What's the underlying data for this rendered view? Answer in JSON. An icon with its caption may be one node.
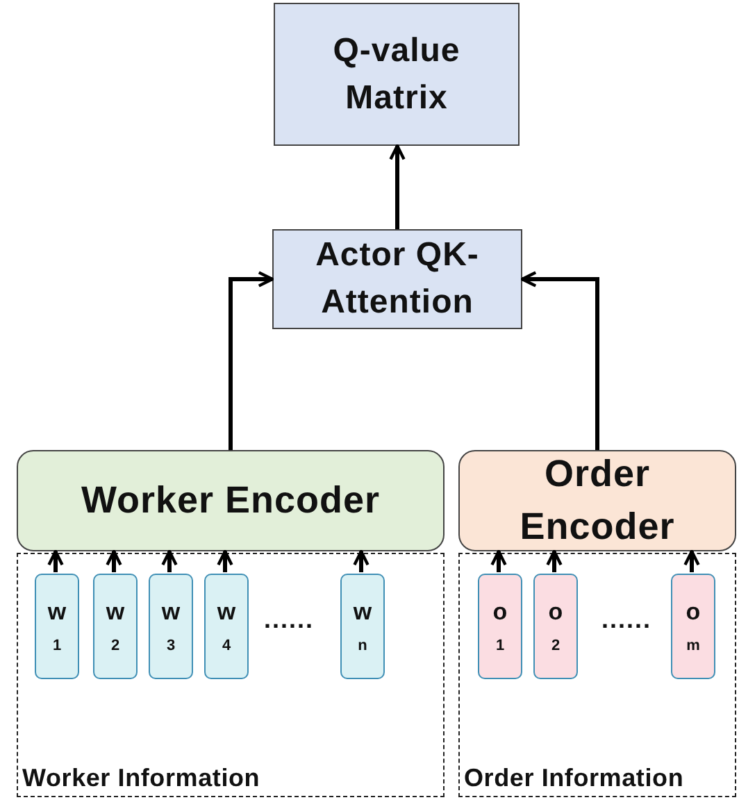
{
  "diagram": {
    "nodes": [
      {
        "text": [
          "Q-value Matrix"
        ]
      },
      {
        "text": [
          "Actor QK-Attention"
        ]
      },
      {
        "text": [
          "Worker Encoder"
        ]
      },
      {
        "text": [
          "Order Encoder"
        ]
      },
      {
        "text": [
          "Worker Information"
        ]
      },
      {
        "text": [
          "Order Information"
        ]
      },
      {
        "text": [
          "w",
          "1"
        ],
        "in": 4
      },
      {
        "text": [
          "w",
          "2"
        ],
        "in": 4
      },
      {
        "text": [
          "w",
          "3"
        ],
        "in": 4
      },
      {
        "text": [
          "w",
          "4"
        ],
        "in": 4
      },
      {
        "text": [
          "w",
          "n"
        ],
        "in": 4
      },
      {
        "text": [
          "o",
          "1"
        ],
        "in": 5
      },
      {
        "text": [
          "o",
          "2"
        ],
        "in": 5
      },
      {
        "text": [
          "o",
          "m"
        ],
        "in": 5
      }
    ],
    "edges": [
      {
        "from": 1,
        "to": 0,
        "arrow": "to"
      },
      {
        "from": 2,
        "to": 1,
        "arrow": "to"
      },
      {
        "from": 3,
        "to": 1,
        "arrow": "to"
      },
      {
        "from": 6,
        "to": 2,
        "arrow": "to"
      },
      {
        "from": 7,
        "to": 2,
        "arrow": "to"
      },
      {
        "from": 8,
        "to": 2,
        "arrow": "to"
      },
      {
        "from": 9,
        "to": 2,
        "arrow": "to"
      },
      {
        "from": 10,
        "to": 2,
        "arrow": "to"
      },
      {
        "from": 11,
        "to": 3,
        "arrow": "to"
      },
      {
        "from": 12,
        "to": 3,
        "arrow": "to"
      },
      {
        "from": 13,
        "to": 3,
        "arrow": "to"
      }
    ],
    "labels": [
      "......",
      "......"
    ]
  }
}
